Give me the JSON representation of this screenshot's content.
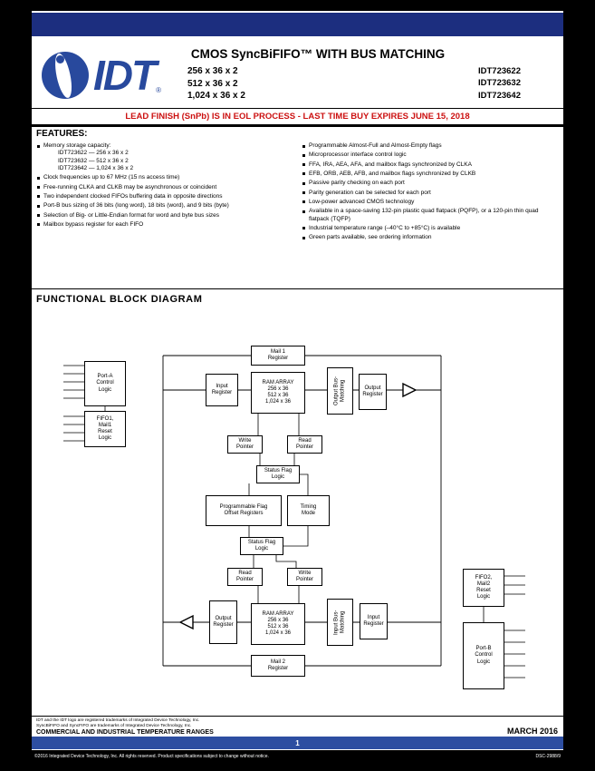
{
  "colors": {
    "header_bar": "#1c2e7f",
    "footer_bar": "#2d4ea1",
    "logo_blue": "#28499d",
    "eol_red": "#cc1111"
  },
  "logo": {
    "text": "IDT",
    "reg": "®"
  },
  "title": {
    "main": "CMOS SyncBiFIFO™ WITH BUS MATCHING",
    "sizes": [
      "256 x 36 x 2",
      "512 x 36 x 2",
      "1,024 x 36 x 2"
    ],
    "part_numbers": [
      "IDT723622",
      "IDT723632",
      "IDT723642"
    ]
  },
  "eol_notice": "LEAD FINISH (SnPb) IS IN EOL PROCESS - LAST TIME BUY EXPIRES JUNE 15, 2018",
  "features": {
    "heading": "FEATURES:",
    "left": [
      {
        "text": "Memory storage capacity:",
        "subs": [
          "IDT723622 — 256 x 36 x 2",
          "IDT723632 — 512 x 36 x 2",
          "IDT723642 — 1,024 x 36 x 2"
        ]
      },
      {
        "text": "Clock frequencies up to 67 MHz (15 ns access time)"
      },
      {
        "text": "Free-running CLKA and CLKB may be asynchronous or coincident"
      },
      {
        "text": "Two independent clocked FIFOs buffering data in opposite directions"
      },
      {
        "text": "Port-B bus sizing of 36 bits (long word), 18 bits (word), and 9 bits (byte)"
      },
      {
        "text": "Selection of Big- or Little-Endian format for word and byte bus sizes"
      },
      {
        "text": "Mailbox bypass register for each FIFO"
      }
    ],
    "right": [
      {
        "text": "Programmable Almost-Full and Almost-Empty flags"
      },
      {
        "text": "Microprocessor interface control logic"
      },
      {
        "text": "FFA, IRA, AEA, AFA, and mailbox flags synchronized by CLKA"
      },
      {
        "text": "EFB, ORB, AEB, AFB, and mailbox flags synchronized by CLKB"
      },
      {
        "text": "Passive parity checking on each port"
      },
      {
        "text": "Parity generation can be selected for each port"
      },
      {
        "text": "Low-power advanced CMOS technology"
      },
      {
        "text": "Available in a space-saving 132-pin plastic quad flatpack (PQFP), or a 120-pin thin quad flatpack (TQFP)"
      },
      {
        "text": "Industrial temperature range (–40°C to +85°C) is available"
      },
      {
        "text": "Green parts available, see ordering information"
      }
    ]
  },
  "diagram": {
    "heading": "FUNCTIONAL BLOCK DIAGRAM",
    "boxes": {
      "port_a": "Port-A\nControl\nLogic",
      "fifo1_reset": "FIFO1,\nMail1\nReset\nLogic",
      "mail1": "Mail 1\nRegister",
      "input_reg1": "Input\nRegister",
      "ram1": "RAM ARRAY\n256 x 36\n512 x 36\n1,024 x 36",
      "output_busmatch": "Output Bus-\nMatching",
      "output_reg1": "Output\nRegister",
      "write_ptr1": "Write\nPointer",
      "read_ptr1": "Read\nPointer",
      "status_flag1": "Status Flag\nLogic",
      "prog_flag": "Programmable Flag\nOffset Registers",
      "timing_mode": "Timing\nMode",
      "status_flag2": "Status Flag\nLogic",
      "read_ptr2": "Read\nPointer",
      "write_ptr2": "Write\nPointer",
      "output_reg2": "Output\nRegister",
      "ram2": "RAM ARRAY\n256 x 36\n512 x 36\n1,024 x 36",
      "input_busmatch": "Input Bus-\nMatching",
      "input_reg2": "Input\nRegister",
      "mail2": "Mail 2\nRegister",
      "fifo2_reset": "FIFO2,\nMail2\nReset\nLogic",
      "port_b": "Port-B\nControl\nLogic"
    }
  },
  "footer": {
    "trademark_note": "IDT and the IDT logo are registered trademarks of Integrated Device Technology, Inc.\nSyncBiFIFO and SyncFIFO are trademarks of Integrated Device Technology, Inc.",
    "temp_range": "COMMERCIAL AND INDUSTRIAL TEMPERATURE RANGES",
    "date": "MARCH 2016",
    "page_number": "1",
    "copyright": "©2016 Integrated Device Technology, Inc. All rights reserved. Product specifications subject to change without notice.",
    "doc_code": "DSC-2988/9"
  }
}
